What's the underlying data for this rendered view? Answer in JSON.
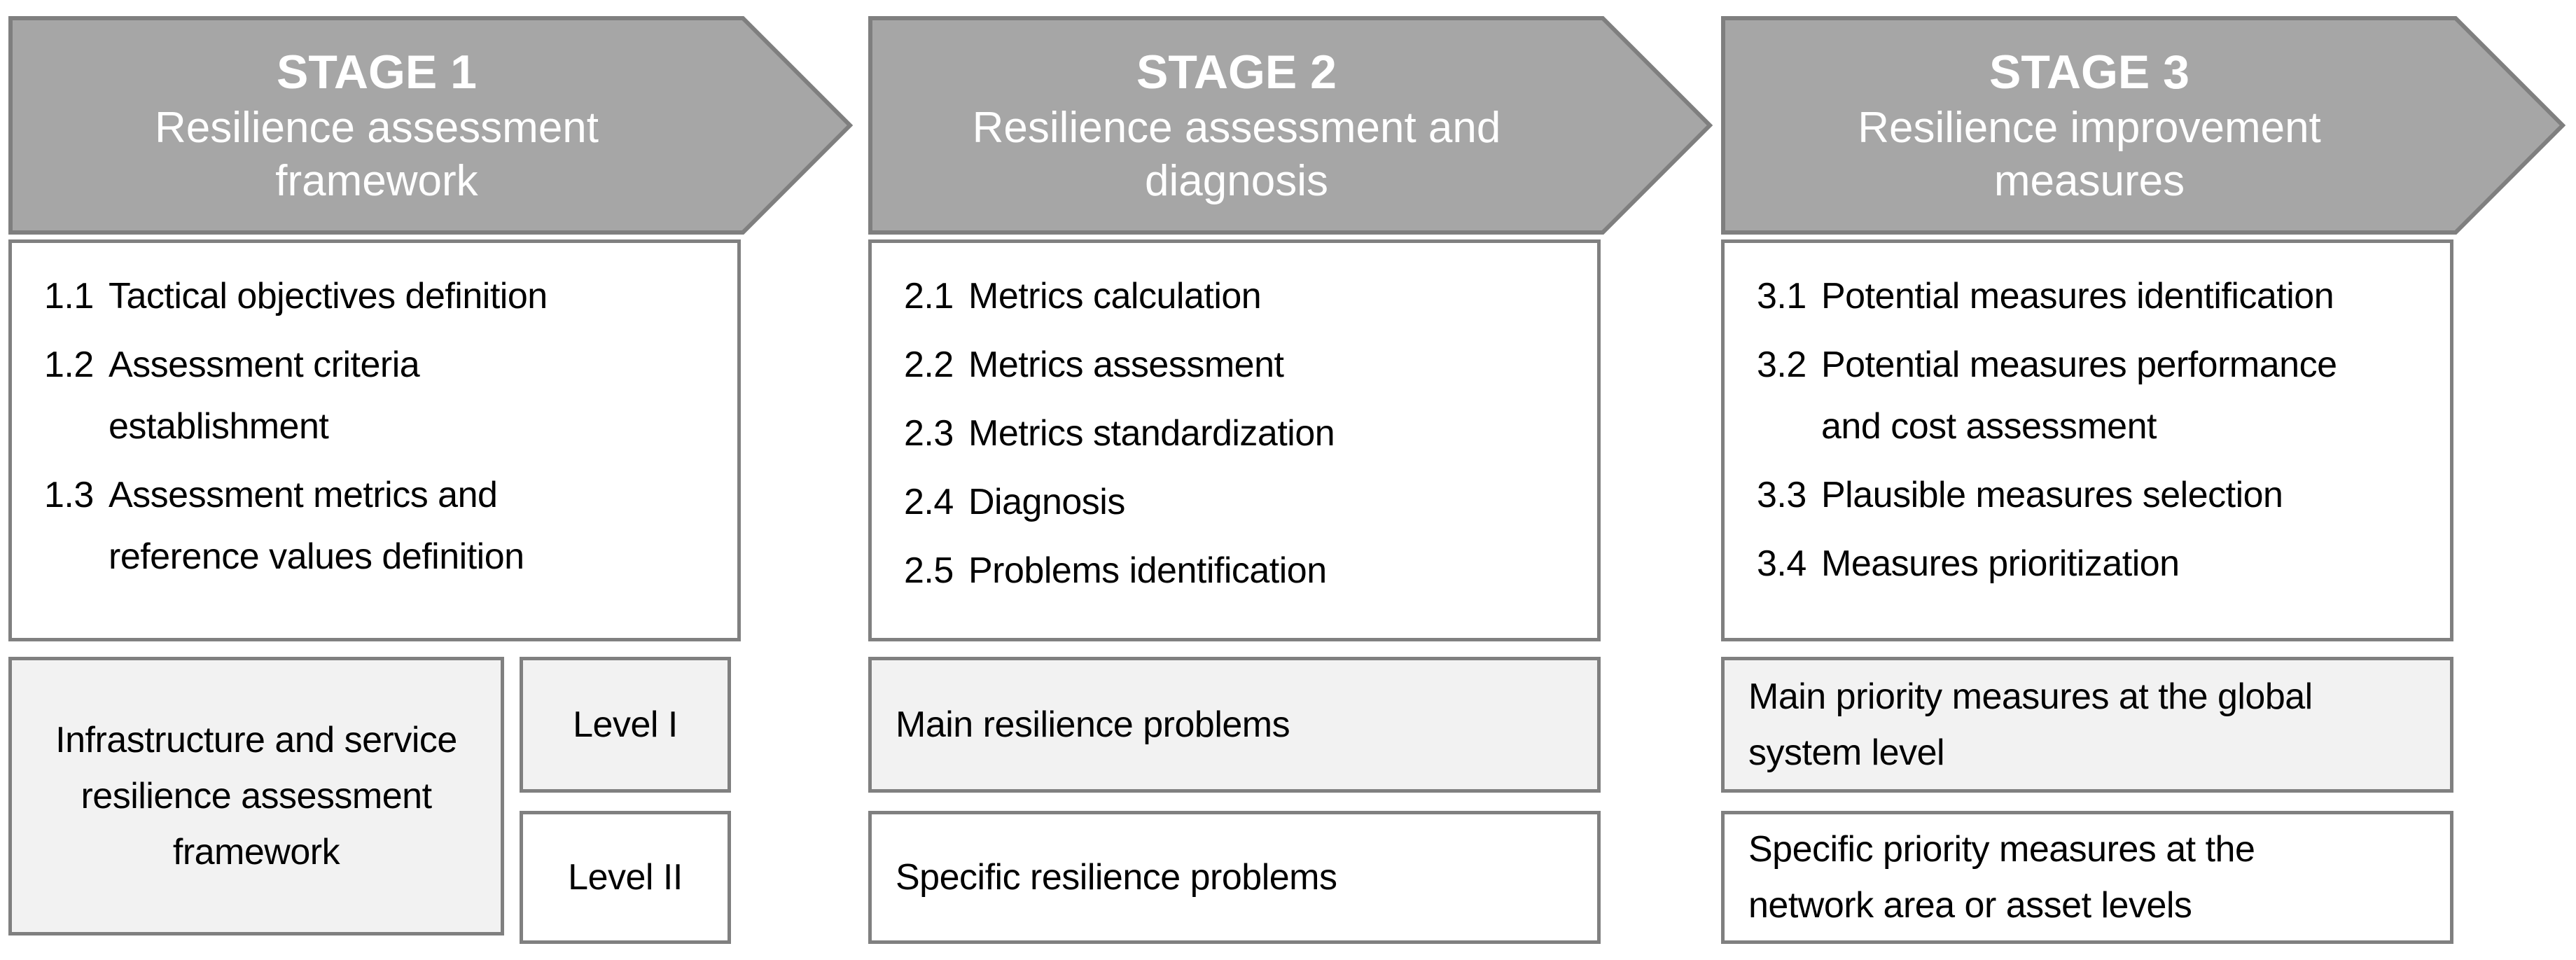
{
  "stages": [
    {
      "stage_label": "STAGE 1",
      "stage_subtitle": "Resilience assessment\nframework",
      "steps": [
        {
          "num": "1.1",
          "text": "Tactical objectives definition"
        },
        {
          "num": "1.2",
          "text": "Assessment criteria\nestablishment"
        },
        {
          "num": "1.3",
          "text": "Assessment metrics and\nreference values definition"
        }
      ]
    },
    {
      "stage_label": "STAGE 2",
      "stage_subtitle": "Resilience assessment and\ndiagnosis",
      "steps": [
        {
          "num": "2.1",
          "text": "Metrics calculation"
        },
        {
          "num": "2.2",
          "text": "Metrics assessment"
        },
        {
          "num": "2.3",
          "text": "Metrics standardization"
        },
        {
          "num": "2.4",
          "text": "Diagnosis"
        },
        {
          "num": "2.5",
          "text": "Problems identification"
        }
      ]
    },
    {
      "stage_label": "STAGE 3",
      "stage_subtitle": "Resilience improvement\nmeasures",
      "steps": [
        {
          "num": "3.1",
          "text": "Potential measures identification"
        },
        {
          "num": "3.2",
          "text": "Potential measures performance\nand cost assessment"
        },
        {
          "num": "3.3",
          "text": "Plausible measures selection"
        },
        {
          "num": "3.4",
          "text": "Measures prioritization"
        }
      ]
    }
  ],
  "framework_box_text": "Infrastructure and service\nresilience assessment\nframework",
  "level_labels": {
    "level1": "Level I",
    "level2": "Level II"
  },
  "outputs": {
    "stage2": {
      "level1": "Main resilience problems",
      "level2": "Specific resilience problems"
    },
    "stage3": {
      "level1": "Main priority measures at the global\nsystem level",
      "level2": "Specific priority measures at the\nnetwork area or asset levels"
    }
  },
  "colors": {
    "arrow_fill": "#a6a6a6",
    "arrow_border": "#7f7f7f",
    "box_border": "#808080",
    "light_fill": "#f2f2f2",
    "white_fill": "#ffffff",
    "arrow_text": "#ffffff",
    "body_text": "#000000"
  }
}
